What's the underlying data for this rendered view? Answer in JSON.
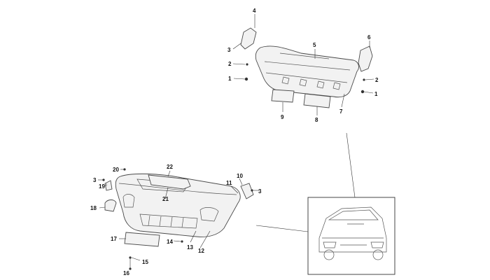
{
  "diagram": {
    "callouts": {
      "c1a": "1",
      "c2a": "2",
      "c3a": "3",
      "c4": "4",
      "c5": "5",
      "c6": "6",
      "c2b": "2",
      "c1b": "1",
      "c7": "7",
      "c8": "8",
      "c9": "9",
      "c20": "20",
      "c22": "22",
      "c3b": "3",
      "c19": "19",
      "c10": "10",
      "c11": "11",
      "c3c": "3",
      "c21": "21",
      "c18": "18",
      "c14": "14",
      "c13": "13",
      "c12": "12",
      "c17": "17",
      "c15": "15",
      "c16": "16"
    },
    "colors": {
      "line": "#4a4a4a",
      "fill": "#f2f2f2",
      "text": "#111111"
    }
  }
}
